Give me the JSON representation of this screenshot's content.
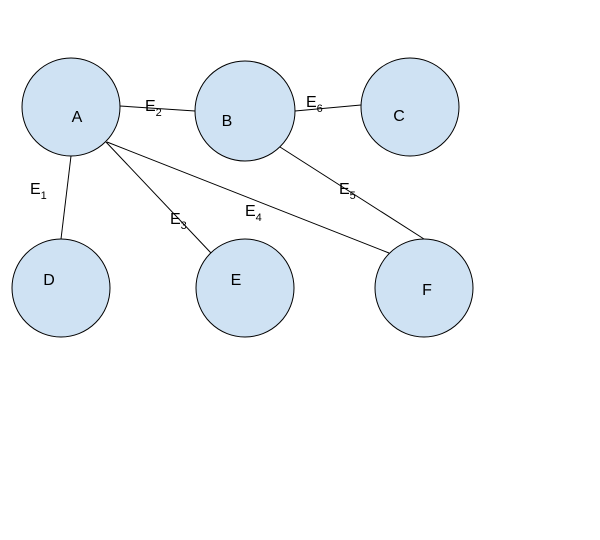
{
  "colors": {
    "node_fill": "#cfe2f3",
    "stroke": "#000000",
    "text": "#000000",
    "background": "#ffffff"
  },
  "nodes": [
    {
      "id": "A",
      "label": "A"
    },
    {
      "id": "B",
      "label": "B"
    },
    {
      "id": "C",
      "label": "C"
    },
    {
      "id": "D",
      "label": "D"
    },
    {
      "id": "E",
      "label": "E"
    },
    {
      "id": "F",
      "label": "F"
    }
  ],
  "edges": [
    {
      "id": "E1",
      "from": "A",
      "to": "D",
      "label": "E",
      "subscript": "1"
    },
    {
      "id": "E2",
      "from": "A",
      "to": "B",
      "label": "E",
      "subscript": "2"
    },
    {
      "id": "E3",
      "from": "A",
      "to": "E",
      "label": "E",
      "subscript": "3"
    },
    {
      "id": "E4",
      "from": "A",
      "to": "F",
      "label": "E",
      "subscript": "4"
    },
    {
      "id": "E5",
      "from": "B",
      "to": "F",
      "label": "E",
      "subscript": "5"
    },
    {
      "id": "E6",
      "from": "B",
      "to": "C",
      "label": "E",
      "subscript": "6"
    }
  ]
}
